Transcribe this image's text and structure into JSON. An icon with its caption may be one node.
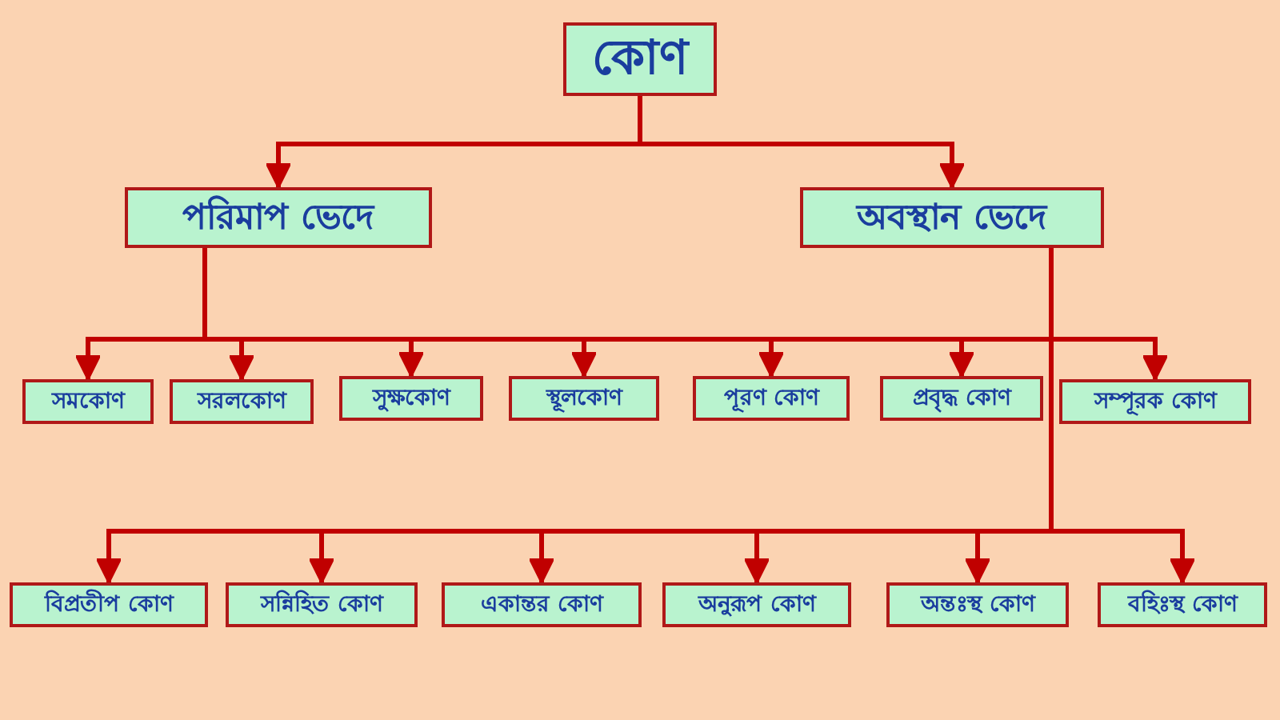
{
  "diagram": {
    "nodes": [
      {
        "text": [
          "কোণ"
        ]
      },
      {
        "text": [
          "পরিমাপ ভেদে"
        ]
      },
      {
        "text": [
          "অবস্থান ভেদে"
        ]
      },
      {
        "text": [
          "সমকোণ"
        ]
      },
      {
        "text": [
          "সরলকোণ"
        ]
      },
      {
        "text": [
          "সুক্ষকোণ"
        ]
      },
      {
        "text": [
          "স্থূলকোণ"
        ]
      },
      {
        "text": [
          "পূরণ কোণ"
        ]
      },
      {
        "text": [
          "প্রবৃদ্ধ কোণ"
        ]
      },
      {
        "text": [
          "সম্পূরক কোণ"
        ]
      },
      {
        "text": [
          "বিপ্রতীপ কোণ"
        ]
      },
      {
        "text": [
          "সন্নিহিত কোণ"
        ]
      },
      {
        "text": [
          "একান্তর কোণ"
        ]
      },
      {
        "text": [
          "অনুরূপ কোণ"
        ]
      },
      {
        "text": [
          "অন্তঃস্থ কোণ"
        ]
      },
      {
        "text": [
          "বহিঃস্থ কোণ"
        ]
      }
    ],
    "edges": [
      {
        "from": 0,
        "to": 1,
        "arrow": "to"
      },
      {
        "from": 0,
        "to": 2,
        "arrow": "to"
      },
      {
        "from": 1,
        "to": 3,
        "arrow": "to"
      },
      {
        "from": 1,
        "to": 4,
        "arrow": "to"
      },
      {
        "from": 1,
        "to": 5,
        "arrow": "to"
      },
      {
        "from": 1,
        "to": 6,
        "arrow": "to"
      },
      {
        "from": 1,
        "to": 7,
        "arrow": "to"
      },
      {
        "from": 1,
        "to": 8,
        "arrow": "to"
      },
      {
        "from": 1,
        "to": 9,
        "arrow": "to"
      },
      {
        "from": 2,
        "to": 10,
        "arrow": "to"
      },
      {
        "from": 2,
        "to": 11,
        "arrow": "to"
      },
      {
        "from": 2,
        "to": 12,
        "arrow": "to"
      },
      {
        "from": 2,
        "to": 13,
        "arrow": "to"
      },
      {
        "from": 2,
        "to": 14,
        "arrow": "to"
      },
      {
        "from": 2,
        "to": 15,
        "arrow": "to"
      }
    ]
  }
}
